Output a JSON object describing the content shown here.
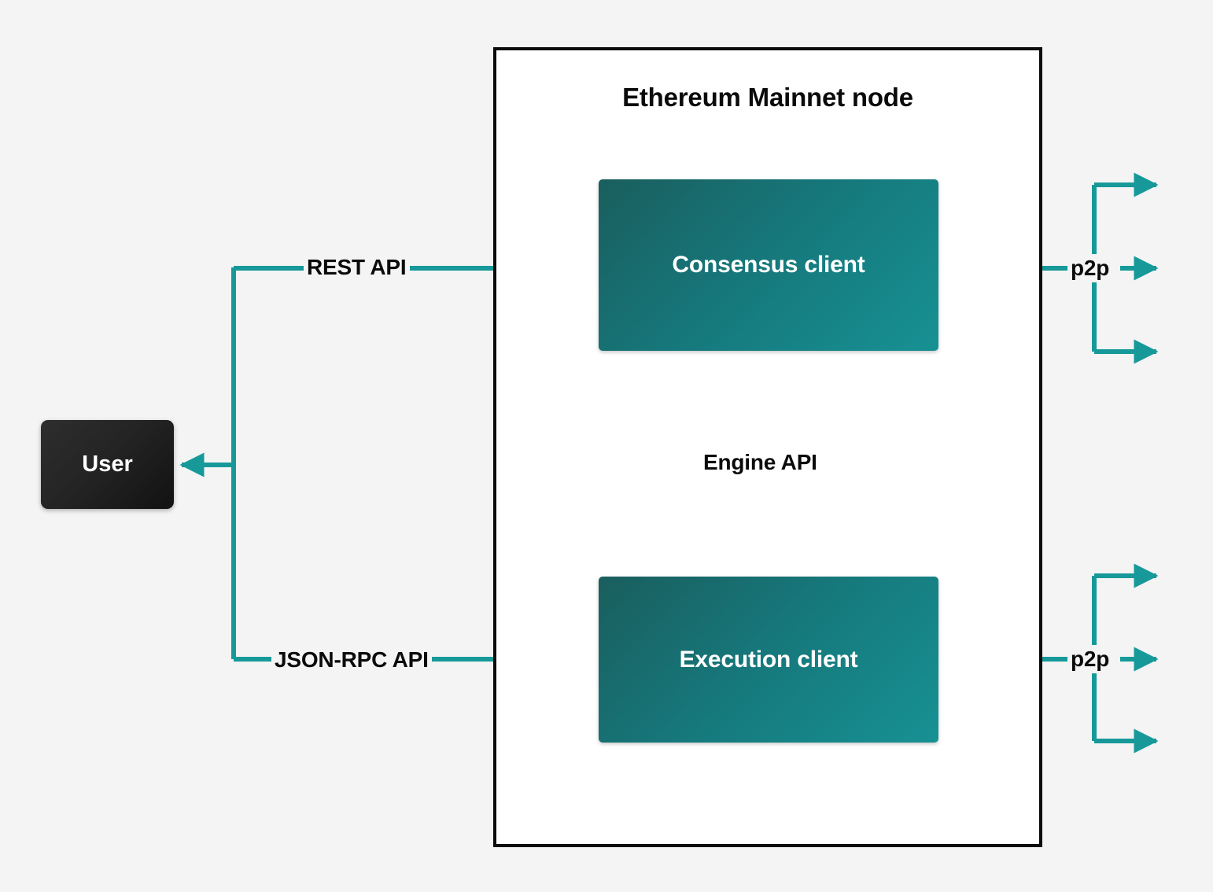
{
  "diagram": {
    "type": "architecture-diagram",
    "background_color": "#f4f4f4",
    "accent_color": "#17999a",
    "frame_color": "#0b0b0b",
    "box_gradient_from": "#1a5e5e",
    "box_gradient_to": "#179194",
    "user_box_color": "#1a1a1a"
  },
  "node": {
    "title": "Ethereum Mainnet node",
    "clients": [
      {
        "id": "consensus",
        "label": "Consensus client"
      },
      {
        "id": "execution",
        "label": "Execution client"
      }
    ]
  },
  "actors": [
    {
      "id": "user",
      "label": "User"
    }
  ],
  "edges": {
    "rest_api": "REST API",
    "json_rpc_api": "JSON-RPC API",
    "engine_api": "Engine API",
    "p2p_consensus": "p2p",
    "p2p_execution": "p2p"
  }
}
